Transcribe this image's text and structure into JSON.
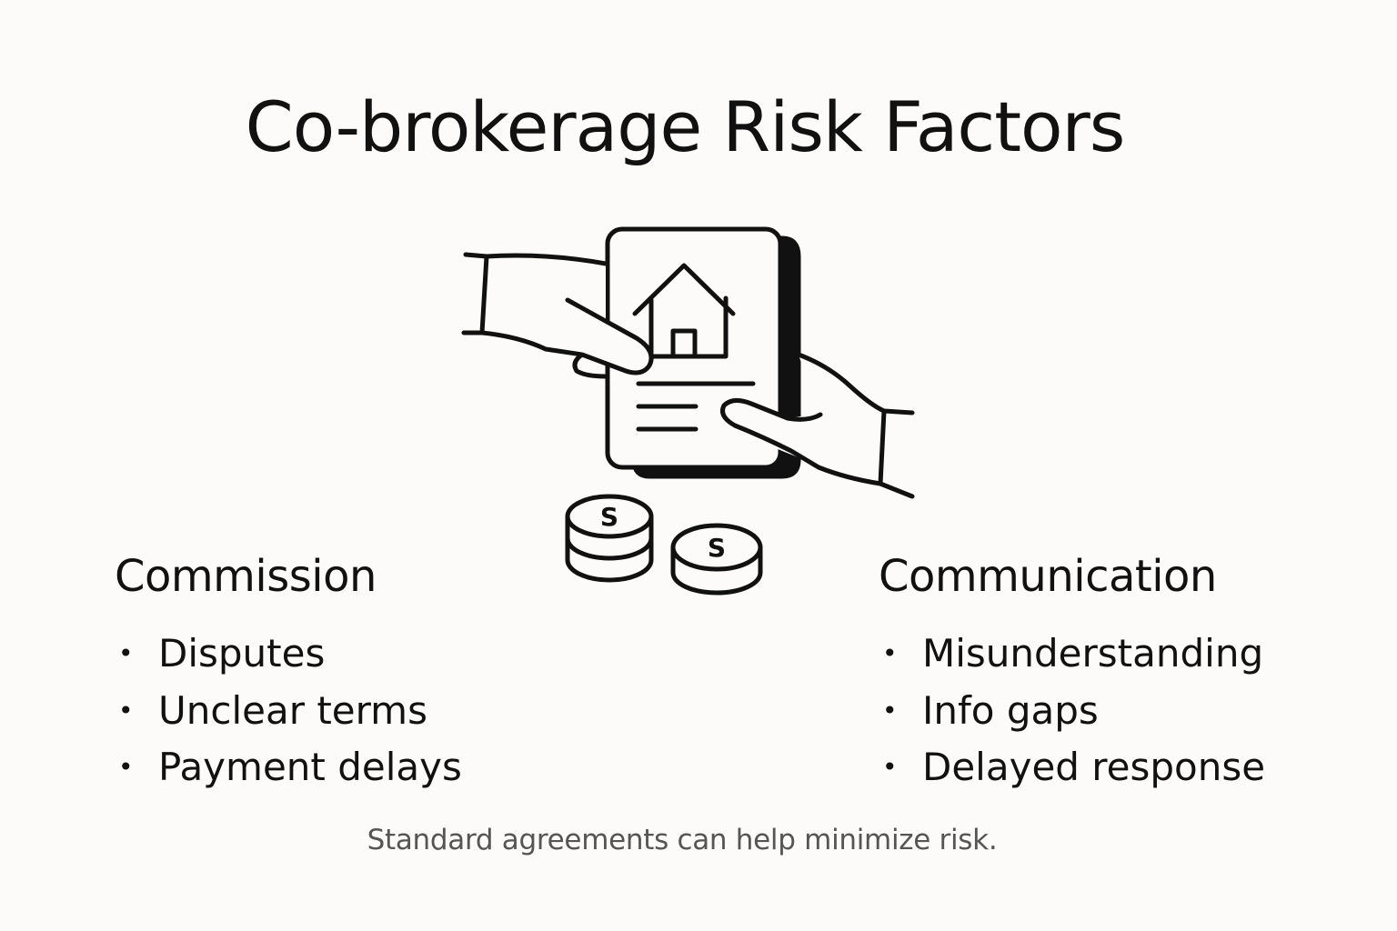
{
  "title": "Co-brokerage Risk Factors",
  "illustration": {
    "icons": [
      "hands-exchanging-document-icon",
      "house-icon",
      "coin-stack-icon",
      "coin-icon"
    ],
    "coin_symbol": "S",
    "line_color": "#111111"
  },
  "columns": [
    {
      "heading": "Commission",
      "items": [
        "Disputes",
        "Unclear terms",
        "Payment delays"
      ]
    },
    {
      "heading": "Communication",
      "items": [
        "Misunderstanding",
        "Info gaps",
        "Delayed response"
      ]
    }
  ],
  "footer": "Standard agreements can help minimize risk."
}
